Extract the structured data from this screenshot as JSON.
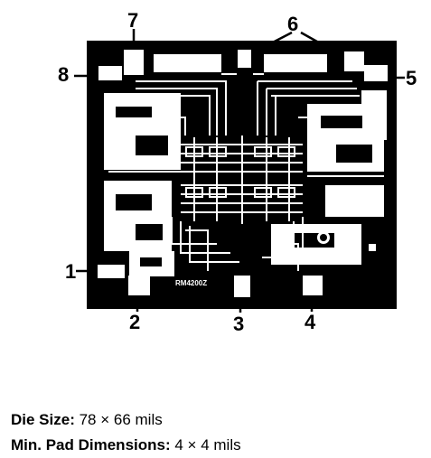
{
  "pins": [
    "7",
    "6",
    "8",
    "5",
    "1",
    "2",
    "3",
    "4"
  ],
  "chip_marking": "RM4200Z",
  "specs": {
    "die_size_label": "Die Size:",
    "die_size_value": "78 × 66 mils",
    "pad_label": "Min. Pad Dimensions:",
    "pad_value": "4 × 4 mils"
  }
}
